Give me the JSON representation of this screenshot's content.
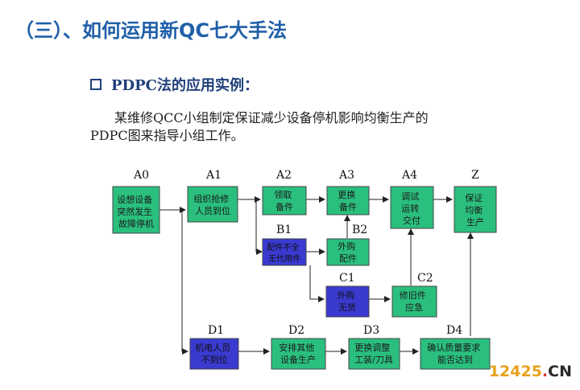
{
  "title": "（三）、如何运用新QC七大手法",
  "subtitle": "PDPC法的应用实例：",
  "paragraph": {
    "line1": "某维修QCC小组制定保证减少设备停机影响均衡生产的",
    "line2": "PDPC图来指导小组工作。"
  },
  "labels": {
    "A0": "A0",
    "A1": "A1",
    "A2": "A2",
    "A3": "A3",
    "A4": "A4",
    "Z": "Z",
    "B1": "B1",
    "B2": "B2",
    "C1": "C1",
    "C2": "C2",
    "D1": "D1",
    "D2": "D2",
    "D3": "D3",
    "D4": "D4"
  },
  "nodes": {
    "a0": [
      "设想设备",
      "突然发生",
      "故障停机"
    ],
    "a1": [
      "组织抢修",
      "人员到位"
    ],
    "a2": [
      "领取",
      "备件"
    ],
    "a3": [
      "更换",
      "备件"
    ],
    "a4": [
      "调试",
      "运转",
      "交付"
    ],
    "z": [
      "保证",
      "均衡",
      "生产"
    ],
    "b1": [
      "配件不全",
      "无代用件"
    ],
    "b2": [
      "外购",
      "配件"
    ],
    "c1": [
      "外购",
      "无货"
    ],
    "c2": [
      "修旧件",
      "应急"
    ],
    "d1": [
      "机电人员",
      "不到位"
    ],
    "d2": [
      "安排其他",
      "设备生产"
    ],
    "d3": [
      "更换调整",
      "工装/刀具"
    ],
    "d4": [
      "确认质量要求",
      "能否达到"
    ]
  },
  "colors": {
    "green": "#2bbf7e",
    "blue": "#3a3ad1",
    "title": "#1f5fa8"
  },
  "watermark": {
    "num": "12425",
    "dot": ".",
    "cn": "CN"
  }
}
